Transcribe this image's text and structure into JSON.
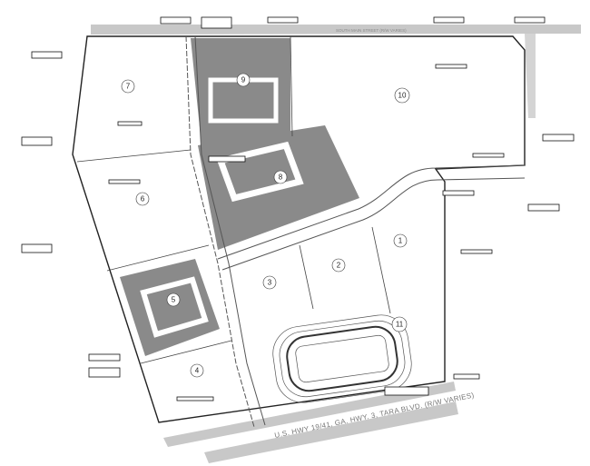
{
  "drawing": {
    "highway_label": "U.S. HWY 19/41, GA. HWY. 3, TARA BLVD. (R/W VARIES)",
    "top_street_label": "SOUTH MAIN STREET (R/W VARIES)",
    "lots": [
      {
        "number": "1"
      },
      {
        "number": "2"
      },
      {
        "number": "3"
      },
      {
        "number": "4"
      },
      {
        "number": "5"
      },
      {
        "number": "6"
      },
      {
        "number": "7"
      },
      {
        "number": "8"
      },
      {
        "number": "9"
      },
      {
        "number": "10"
      },
      {
        "number": "11"
      }
    ],
    "colors": {
      "road": "#c8c8c8",
      "developed_lot": "#8a8a8a",
      "building_pad": "#ffffff",
      "linework": "#222222"
    }
  }
}
